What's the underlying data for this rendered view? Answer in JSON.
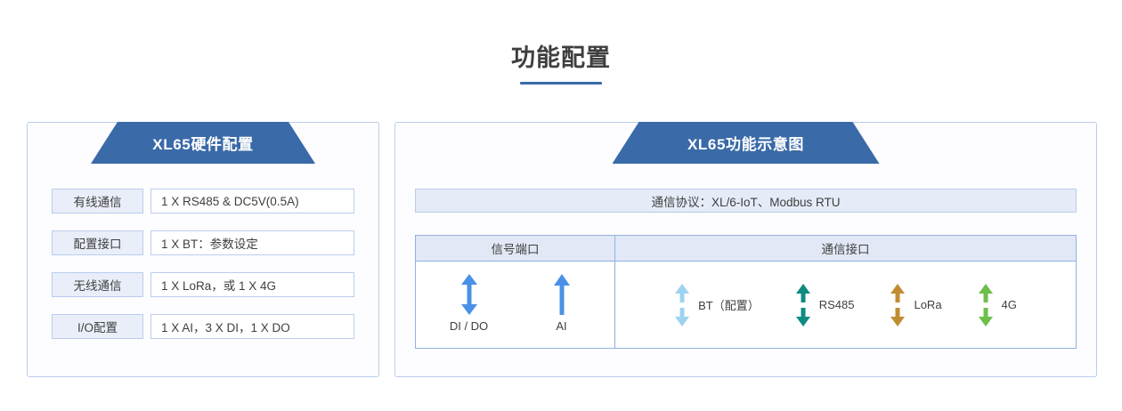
{
  "page": {
    "title": "功能配置",
    "accent_color": "#3a6aa8",
    "panel_border_color": "#b9cdee"
  },
  "left_panel": {
    "banner_title": "XL65硬件配置",
    "rows": [
      {
        "label": "有线通信",
        "value": "1 X RS485 & DC5V(0.5A)"
      },
      {
        "label": "配置接口",
        "value": "1 X BT：参数设定"
      },
      {
        "label": "无线通信",
        "value": "1 X LoRa，或 1 X 4G"
      },
      {
        "label": "I/O配置",
        "value": "1 X AI，3 X DI，1 X DO"
      }
    ]
  },
  "right_panel": {
    "banner_title": "XL65功能示意图",
    "protocol_bar": "通信协议：XL/6-IoT、Modbus RTU",
    "table": {
      "headers": [
        "信号端口",
        "通信接口"
      ],
      "signal_ports": [
        {
          "label": "DI / DO",
          "icon": "double-arrow-icon",
          "color": "#4a90e8",
          "direction": "bidirectional"
        },
        {
          "label": "AI",
          "icon": "up-arrow-icon",
          "color": "#4a90e8",
          "direction": "up"
        }
      ],
      "comm_ports": [
        {
          "label": "BT（配置）",
          "icon": "split-arrow-icon",
          "color": "#9ed3f0",
          "direction": "bidirectional"
        },
        {
          "label": "RS485",
          "icon": "split-arrow-icon",
          "color": "#0f8a80",
          "direction": "bidirectional"
        },
        {
          "label": "LoRa",
          "icon": "split-arrow-icon",
          "color": "#c08d33",
          "direction": "bidirectional"
        },
        {
          "label": "4G",
          "icon": "split-arrow-icon",
          "color": "#6cbf4a",
          "direction": "bidirectional"
        }
      ]
    }
  }
}
